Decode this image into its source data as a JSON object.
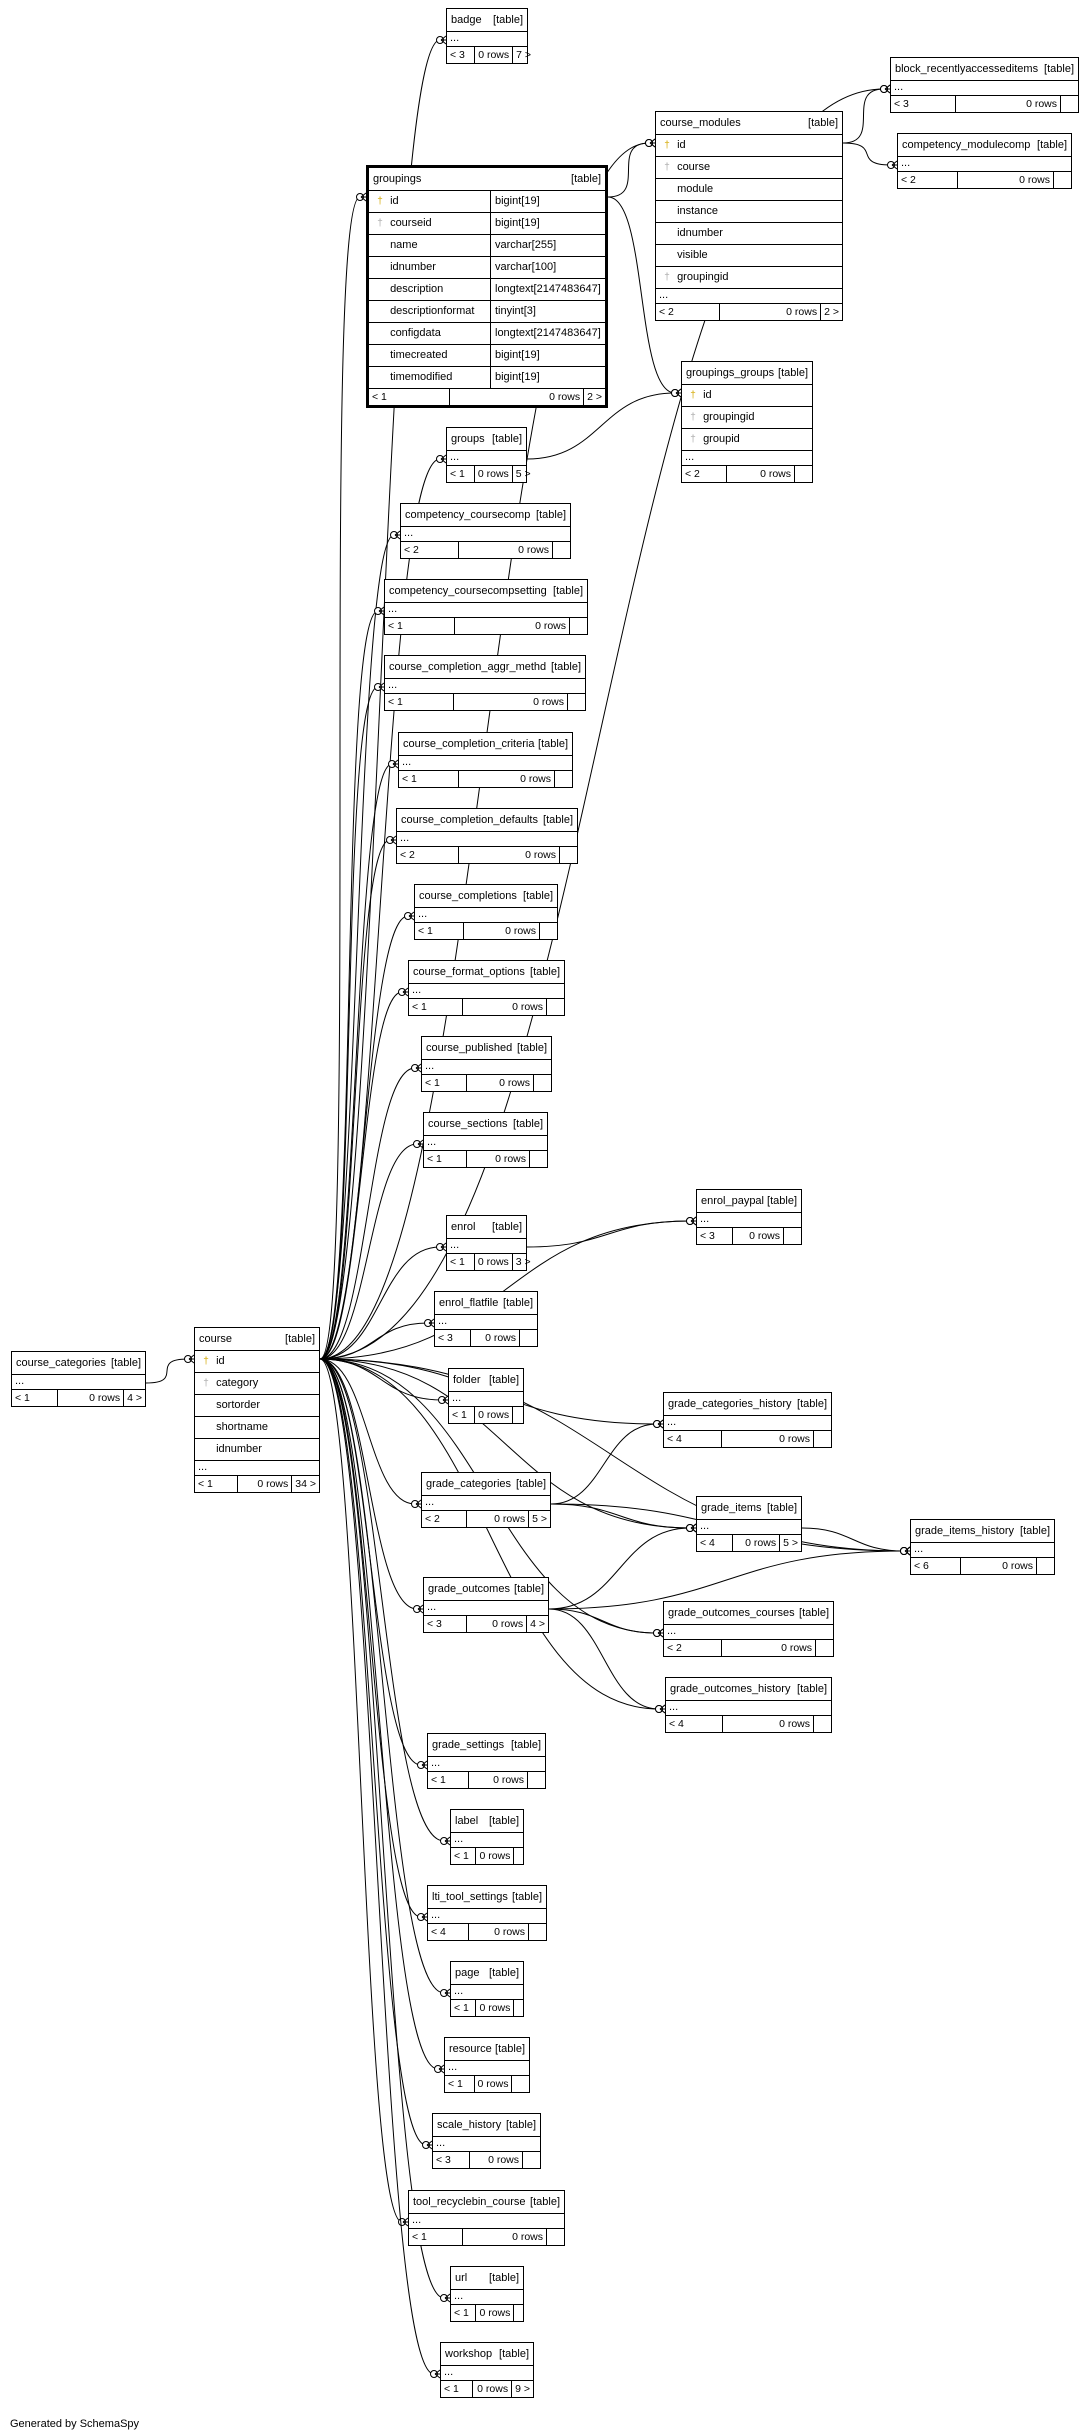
{
  "diagram": {
    "footer": "Generated by SchemaSpy",
    "tables": [
      {
        "id": "badge",
        "name": "badge",
        "tag": "[table]",
        "foot": [
          "< 3",
          "0 rows",
          "7 >"
        ]
      },
      {
        "id": "block_recentlyaccesseditems",
        "name": "block_recentlyaccesseditems",
        "tag": "[table]",
        "foot": [
          "< 3",
          "0 rows",
          ""
        ]
      },
      {
        "id": "course_modules",
        "name": "course_modules",
        "tag": "[table]",
        "columns": [
          {
            "key": "pk",
            "name": "id"
          },
          {
            "key": "fk",
            "name": "course"
          },
          {
            "key": "",
            "name": "module"
          },
          {
            "key": "",
            "name": "instance"
          },
          {
            "key": "",
            "name": "idnumber"
          },
          {
            "key": "",
            "name": "visible"
          },
          {
            "key": "fk",
            "name": "groupingid"
          }
        ],
        "foot": [
          "< 2",
          "0 rows",
          "2 >"
        ]
      },
      {
        "id": "competency_modulecomp",
        "name": "competency_modulecomp",
        "tag": "[table]",
        "foot": [
          "< 2",
          "0 rows",
          ""
        ]
      },
      {
        "id": "groupings",
        "name": "groupings",
        "tag": "[table]",
        "highlight": true,
        "columns": [
          {
            "key": "pk",
            "name": "id",
            "type": "bigint[19]"
          },
          {
            "key": "fk",
            "name": "courseid",
            "type": "bigint[19]"
          },
          {
            "key": "",
            "name": "name",
            "type": "varchar[255]"
          },
          {
            "key": "",
            "name": "idnumber",
            "type": "varchar[100]"
          },
          {
            "key": "",
            "name": "description",
            "type": "longtext[2147483647]"
          },
          {
            "key": "",
            "name": "descriptionformat",
            "type": "tinyint[3]"
          },
          {
            "key": "",
            "name": "configdata",
            "type": "longtext[2147483647]"
          },
          {
            "key": "",
            "name": "timecreated",
            "type": "bigint[19]"
          },
          {
            "key": "",
            "name": "timemodified",
            "type": "bigint[19]"
          }
        ],
        "foot": [
          "< 1",
          "0 rows",
          "2 >"
        ]
      },
      {
        "id": "groupings_groups",
        "name": "groupings_groups",
        "tag": "[table]",
        "columns": [
          {
            "key": "pk",
            "name": "id"
          },
          {
            "key": "fk",
            "name": "groupingid"
          },
          {
            "key": "fk",
            "name": "groupid"
          }
        ],
        "foot": [
          "< 2",
          "0 rows",
          ""
        ]
      },
      {
        "id": "groups",
        "name": "groups",
        "tag": "[table]",
        "foot": [
          "< 1",
          "0 rows",
          "5 >"
        ]
      },
      {
        "id": "competency_coursecomp",
        "name": "competency_coursecomp",
        "tag": "[table]",
        "foot": [
          "< 2",
          "0 rows",
          ""
        ]
      },
      {
        "id": "competency_coursecompsetting",
        "name": "competency_coursecompsetting",
        "tag": "[table]",
        "foot": [
          "< 1",
          "0 rows",
          ""
        ]
      },
      {
        "id": "course_completion_aggr_methd",
        "name": "course_completion_aggr_methd",
        "tag": "[table]",
        "foot": [
          "< 1",
          "0 rows",
          ""
        ]
      },
      {
        "id": "course_completion_criteria",
        "name": "course_completion_criteria",
        "tag": "[table]",
        "foot": [
          "< 1",
          "0 rows",
          ""
        ]
      },
      {
        "id": "course_completion_defaults",
        "name": "course_completion_defaults",
        "tag": "[table]",
        "foot": [
          "< 2",
          "0 rows",
          ""
        ]
      },
      {
        "id": "course_completions",
        "name": "course_completions",
        "tag": "[table]",
        "foot": [
          "< 1",
          "0 rows",
          ""
        ]
      },
      {
        "id": "course_format_options",
        "name": "course_format_options",
        "tag": "[table]",
        "foot": [
          "< 1",
          "0 rows",
          ""
        ]
      },
      {
        "id": "course_published",
        "name": "course_published",
        "tag": "[table]",
        "foot": [
          "< 1",
          "0 rows",
          ""
        ]
      },
      {
        "id": "course_sections",
        "name": "course_sections",
        "tag": "[table]",
        "foot": [
          "< 1",
          "0 rows",
          ""
        ]
      },
      {
        "id": "enrol_paypal",
        "name": "enrol_paypal",
        "tag": "[table]",
        "foot": [
          "< 3",
          "0 rows",
          ""
        ]
      },
      {
        "id": "enrol",
        "name": "enrol",
        "tag": "[table]",
        "foot": [
          "< 1",
          "0 rows",
          "3 >"
        ]
      },
      {
        "id": "enrol_flatfile",
        "name": "enrol_flatfile",
        "tag": "[table]",
        "foot": [
          "< 3",
          "0 rows",
          ""
        ]
      },
      {
        "id": "course_categories",
        "name": "course_categories",
        "tag": "[table]",
        "foot": [
          "< 1",
          "0 rows",
          "4 >"
        ]
      },
      {
        "id": "course",
        "name": "course",
        "tag": "[table]",
        "columns": [
          {
            "key": "pk",
            "name": "id"
          },
          {
            "key": "fk",
            "name": "category"
          },
          {
            "key": "",
            "name": "sortorder"
          },
          {
            "key": "",
            "name": "shortname"
          },
          {
            "key": "",
            "name": "idnumber"
          }
        ],
        "foot": [
          "< 1",
          "0 rows",
          "34 >"
        ]
      },
      {
        "id": "folder",
        "name": "folder",
        "tag": "[table]",
        "foot": [
          "< 1",
          "0 rows",
          ""
        ]
      },
      {
        "id": "grade_categories_history",
        "name": "grade_categories_history",
        "tag": "[table]",
        "foot": [
          "< 4",
          "0 rows",
          ""
        ]
      },
      {
        "id": "grade_categories",
        "name": "grade_categories",
        "tag": "[table]",
        "foot": [
          "< 2",
          "0 rows",
          "5 >"
        ]
      },
      {
        "id": "grade_items",
        "name": "grade_items",
        "tag": "[table]",
        "foot": [
          "< 4",
          "0 rows",
          "5 >"
        ]
      },
      {
        "id": "grade_items_history",
        "name": "grade_items_history",
        "tag": "[table]",
        "foot": [
          "< 6",
          "0 rows",
          ""
        ]
      },
      {
        "id": "grade_outcomes",
        "name": "grade_outcomes",
        "tag": "[table]",
        "foot": [
          "< 3",
          "0 rows",
          "4 >"
        ]
      },
      {
        "id": "grade_outcomes_courses",
        "name": "grade_outcomes_courses",
        "tag": "[table]",
        "foot": [
          "< 2",
          "0 rows",
          ""
        ]
      },
      {
        "id": "grade_outcomes_history",
        "name": "grade_outcomes_history",
        "tag": "[table]",
        "foot": [
          "< 4",
          "0 rows",
          ""
        ]
      },
      {
        "id": "grade_settings",
        "name": "grade_settings",
        "tag": "[table]",
        "foot": [
          "< 1",
          "0 rows",
          ""
        ]
      },
      {
        "id": "label",
        "name": "label",
        "tag": "[table]",
        "foot": [
          "< 1",
          "0 rows",
          ""
        ]
      },
      {
        "id": "lti_tool_settings",
        "name": "lti_tool_settings",
        "tag": "[table]",
        "foot": [
          "< 4",
          "0 rows",
          ""
        ]
      },
      {
        "id": "page",
        "name": "page",
        "tag": "[table]",
        "foot": [
          "< 1",
          "0 rows",
          ""
        ]
      },
      {
        "id": "resource",
        "name": "resource",
        "tag": "[table]",
        "foot": [
          "< 1",
          "0 rows",
          ""
        ]
      },
      {
        "id": "scale_history",
        "name": "scale_history",
        "tag": "[table]",
        "foot": [
          "< 3",
          "0 rows",
          ""
        ]
      },
      {
        "id": "tool_recyclebin_course",
        "name": "tool_recyclebin_course",
        "tag": "[table]",
        "foot": [
          "< 1",
          "0 rows",
          ""
        ]
      },
      {
        "id": "url",
        "name": "url",
        "tag": "[table]",
        "foot": [
          "< 1",
          "0 rows",
          ""
        ]
      },
      {
        "id": "workshop",
        "name": "workshop",
        "tag": "[table]",
        "foot": [
          "< 1",
          "0 rows",
          "9 >"
        ]
      }
    ],
    "relations": [
      [
        "course",
        "badge"
      ],
      [
        "course",
        "block_recentlyaccesseditems"
      ],
      [
        "course",
        "course_modules"
      ],
      [
        "course_modules",
        "block_recentlyaccesseditems"
      ],
      [
        "course_modules",
        "competency_modulecomp"
      ],
      [
        "course",
        "groupings"
      ],
      [
        "groupings",
        "course_modules"
      ],
      [
        "groupings",
        "groupings_groups"
      ],
      [
        "groups",
        "groupings_groups"
      ],
      [
        "course",
        "groups"
      ],
      [
        "course",
        "competency_coursecomp"
      ],
      [
        "course",
        "competency_coursecompsetting"
      ],
      [
        "course",
        "course_completion_aggr_methd"
      ],
      [
        "course",
        "course_completion_criteria"
      ],
      [
        "course",
        "course_completion_defaults"
      ],
      [
        "course",
        "course_completions"
      ],
      [
        "course",
        "course_format_options"
      ],
      [
        "course",
        "course_published"
      ],
      [
        "course",
        "course_sections"
      ],
      [
        "course",
        "enrol_paypal"
      ],
      [
        "enrol",
        "enrol_paypal"
      ],
      [
        "course",
        "enrol"
      ],
      [
        "course",
        "enrol_flatfile"
      ],
      [
        "course_categories",
        "course"
      ],
      [
        "course",
        "folder"
      ],
      [
        "course",
        "grade_categories_history"
      ],
      [
        "grade_categories",
        "grade_categories_history"
      ],
      [
        "course",
        "grade_categories"
      ],
      [
        "grade_categories",
        "grade_items"
      ],
      [
        "grade_categories",
        "grade_items_history"
      ],
      [
        "course",
        "grade_items"
      ],
      [
        "grade_items",
        "grade_items_history"
      ],
      [
        "grade_outcomes",
        "grade_items"
      ],
      [
        "grade_outcomes",
        "grade_items_history"
      ],
      [
        "course",
        "grade_outcomes"
      ],
      [
        "grade_outcomes",
        "grade_outcomes_courses"
      ],
      [
        "course",
        "grade_outcomes_courses"
      ],
      [
        "grade_outcomes",
        "grade_outcomes_history"
      ],
      [
        "course",
        "grade_outcomes_history"
      ],
      [
        "course",
        "grade_items_history"
      ],
      [
        "course",
        "grade_settings"
      ],
      [
        "course",
        "label"
      ],
      [
        "course",
        "lti_tool_settings"
      ],
      [
        "course",
        "page"
      ],
      [
        "course",
        "resource"
      ],
      [
        "course",
        "scale_history"
      ],
      [
        "course",
        "tool_recyclebin_course"
      ],
      [
        "course",
        "url"
      ],
      [
        "course",
        "workshop"
      ]
    ]
  }
}
